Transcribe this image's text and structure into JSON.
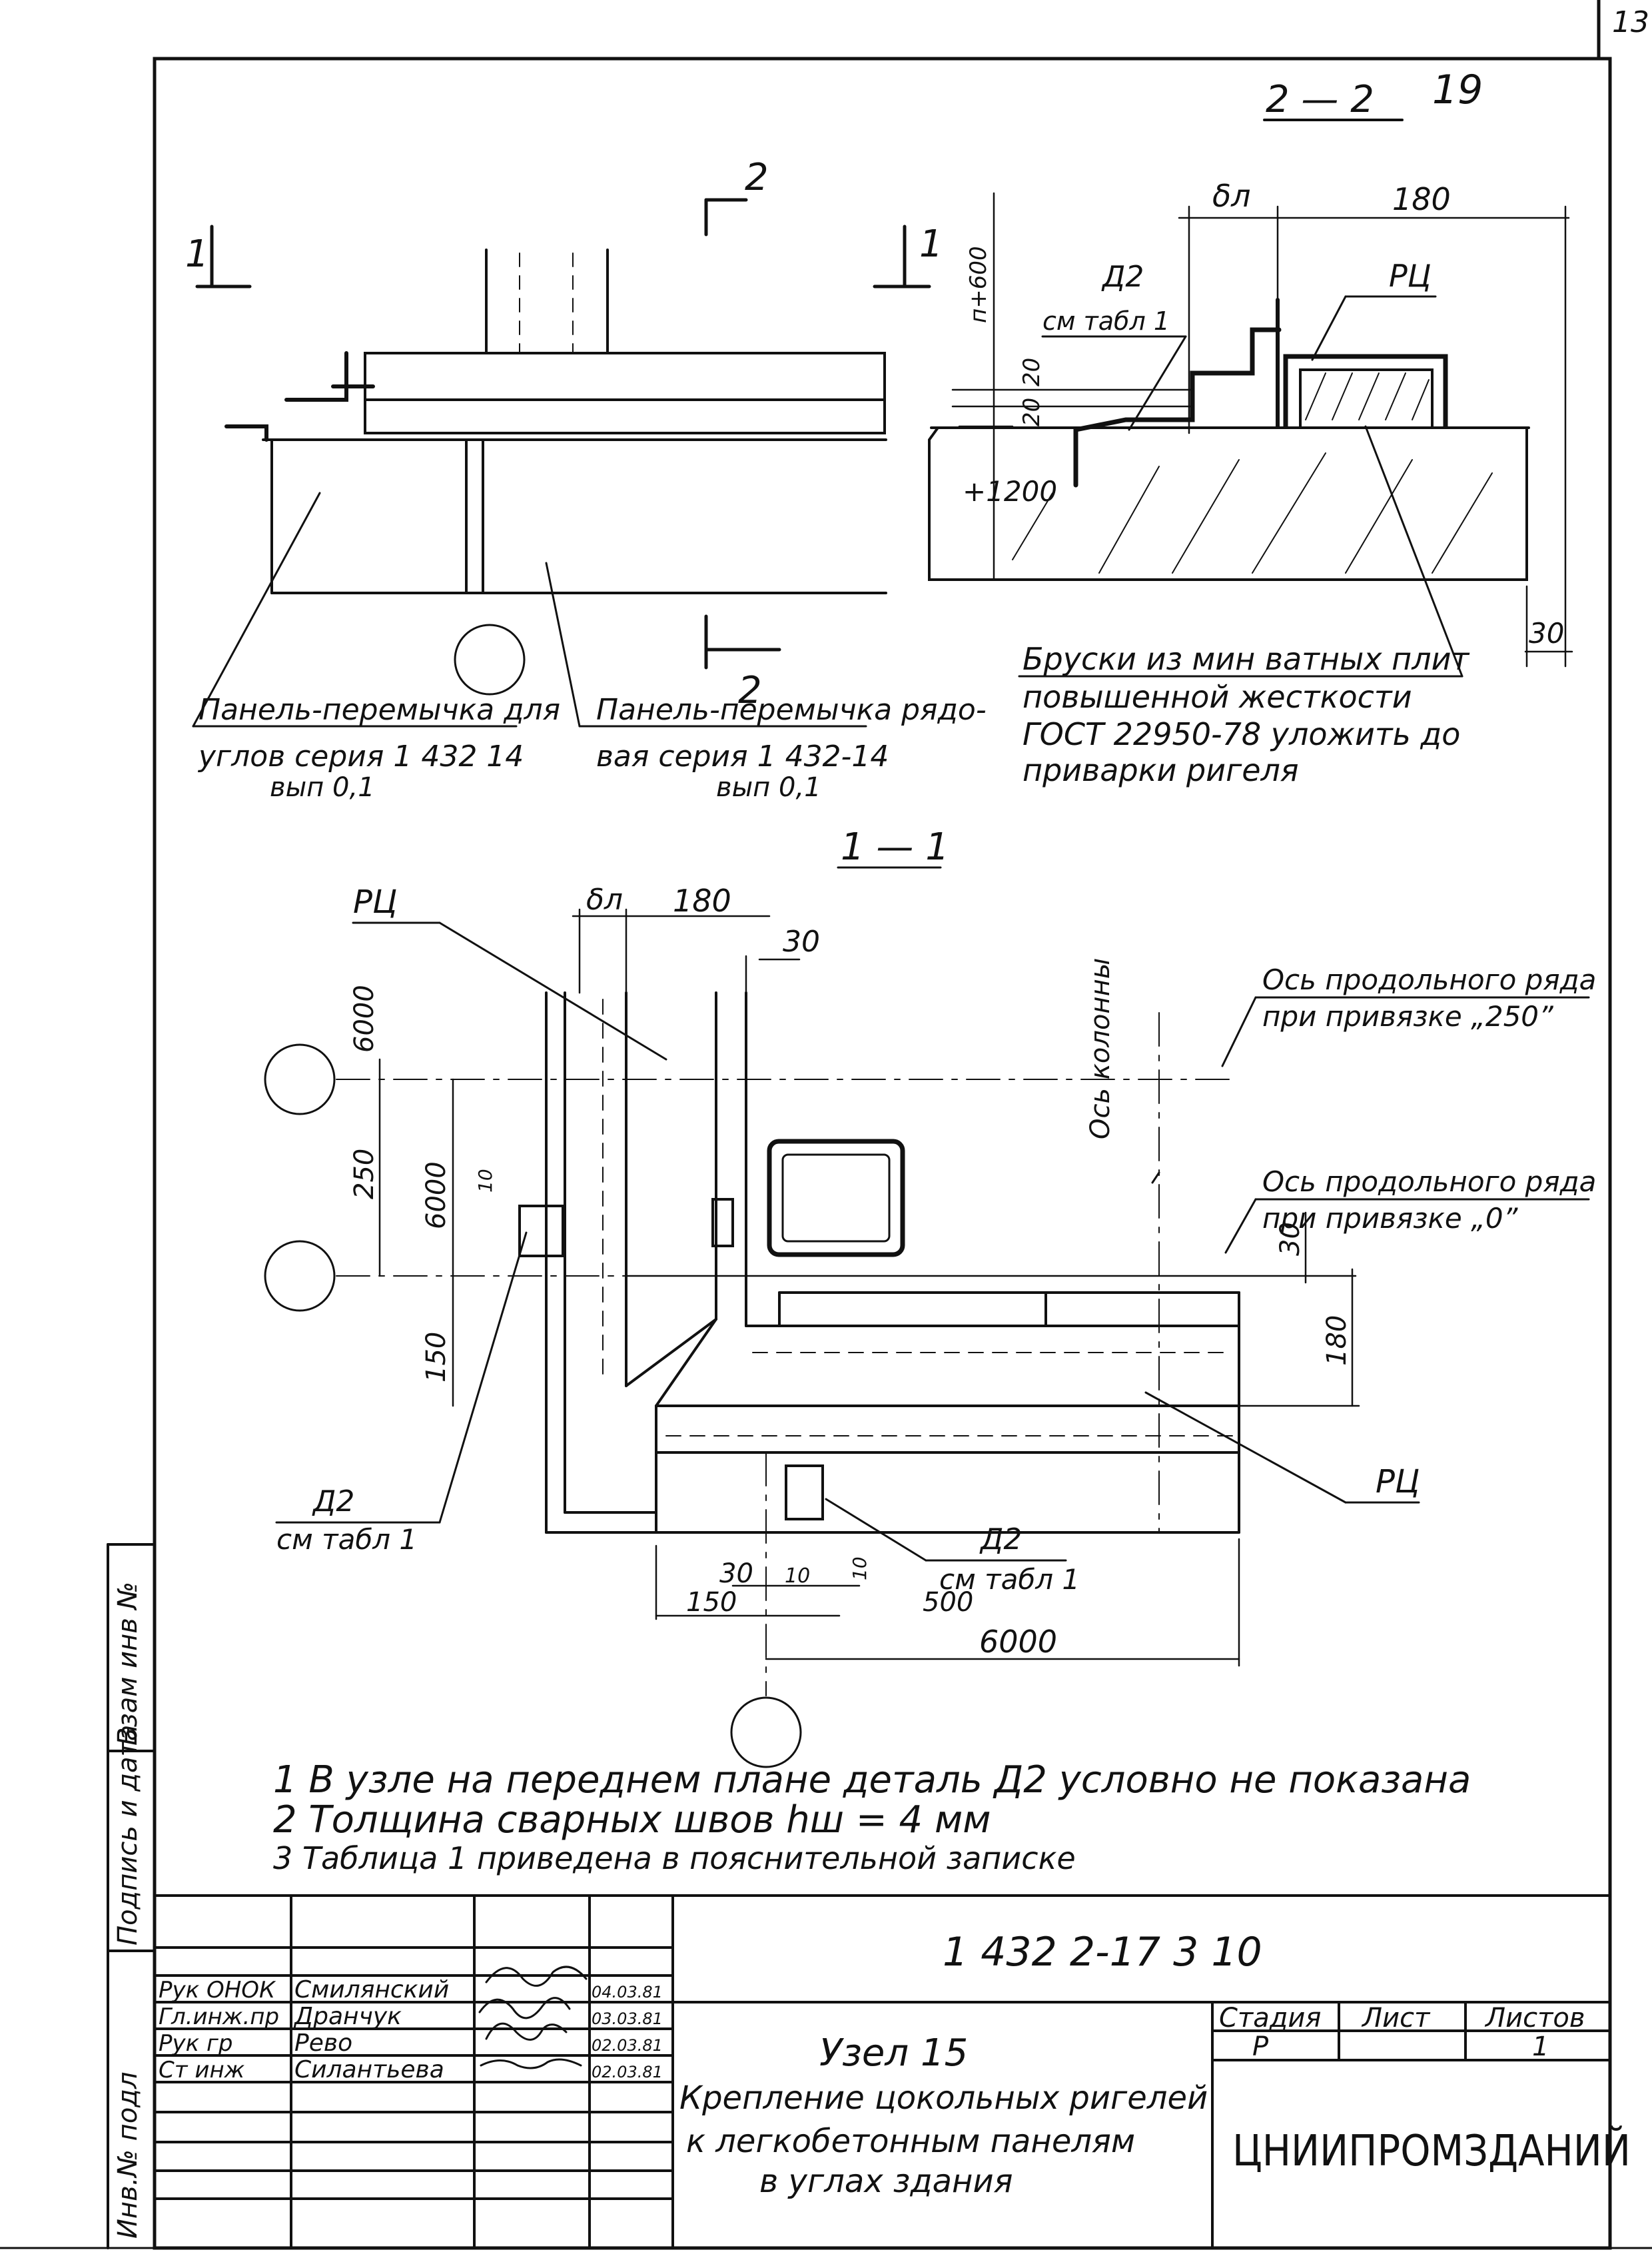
{
  "sheet": {
    "corner_mark": "13",
    "sheet_number": "19"
  },
  "section_labels": {
    "sec_2_2": "2 — 2",
    "sec_1_1": "1 — 1",
    "cut_1": "1",
    "cut_2": "2"
  },
  "dimensions": {
    "top_view_bl": "δл",
    "top_view_180": "180",
    "top_view_n600": "п+600",
    "top_view_20a": "20",
    "top_view_20b": "20",
    "top_view_1200": "+1200",
    "top_view_30": "30",
    "plan_bl": "δл",
    "plan_180": "180",
    "plan_30": "30",
    "plan_6000_left": "6000",
    "plan_250": "250",
    "plan_6000_mid": "6000",
    "plan_10": "10",
    "plan_150": "150",
    "plan_30_right": "30",
    "plan_180_right": "180",
    "plan_30_bottom": "30",
    "plan_10_bottom_a": "10",
    "plan_10_bottom_b": "10",
    "plan_150_bottom": "150",
    "plan_500": "500",
    "plan_6000_bottom": "6000"
  },
  "labels": {
    "d2_top": "Д2",
    "d2_top_ref": "см табл 1",
    "rc_top": "РЦ",
    "rc_plan_top": "РЦ",
    "rc_plan_right": "РЦ",
    "d2_plan_left": "Д2",
    "d2_plan_left_ref": "см табл 1",
    "d2_plan_bottom": "Д2",
    "d2_plan_bottom_ref": "см табл 1",
    "column_axis": "Ось колонны",
    "axis_250_l1": "Ось продольного ряда",
    "axis_250_l2": "при привязке „250”",
    "axis_0_l1": "Ось продольного ряда",
    "axis_0_l2": "при привязке „0”",
    "panel_corner_l1": "Панель-перемычка для",
    "panel_corner_l2": "углов серия 1 432 14",
    "panel_corner_l3": "вып 0,1",
    "panel_row_l1": "Панель-перемычка рядо-",
    "panel_row_l2": "вая серия 1 432-14",
    "panel_row_l3": "вып 0,1",
    "bars_l1": "Бруски из мин ватных плит",
    "bars_l2": "повышенной жесткости",
    "bars_l3": "ГОСТ 22950-78 уложить до",
    "bars_l4": "приварки ригеля"
  },
  "notes": [
    "1 В узле на переднем плане деталь Д2 условно не показана",
    "2 Толщина сварных швов hш = 4 мм",
    "3 Таблица 1 приведена в пояснительной записке"
  ],
  "margin_stamps": {
    "inv_podl": "Инв.№ подл",
    "podpis_data": "Подпись и дата",
    "vzam_inv": "Взам инв №"
  },
  "title_block": {
    "code": "1 432 2-17 3 10",
    "node_title": "Узел 15",
    "desc_l1": "Крепление цокольных ригелей",
    "desc_l2": "к легкобетонным панелям",
    "desc_l3": "в углах здания",
    "stage_header": "Стадия",
    "sheet_header": "Лист",
    "sheets_header": "Листов",
    "stage_value": "Р",
    "sheet_value": "",
    "sheets_value": "1",
    "org": "ЦНИИПРОМЗДАНИЙ",
    "signatures": [
      {
        "role": "Рук ОНОК",
        "name": "Смилянский",
        "date": "04.03.81"
      },
      {
        "role": "Гл.инж.пр",
        "name": "Дранчук",
        "date": "03.03.81"
      },
      {
        "role": "Рук гр",
        "name": "Рево",
        "date": "02.03.81"
      },
      {
        "role": "Ст инж",
        "name": "Силантьева",
        "date": "02.03.81"
      }
    ]
  }
}
